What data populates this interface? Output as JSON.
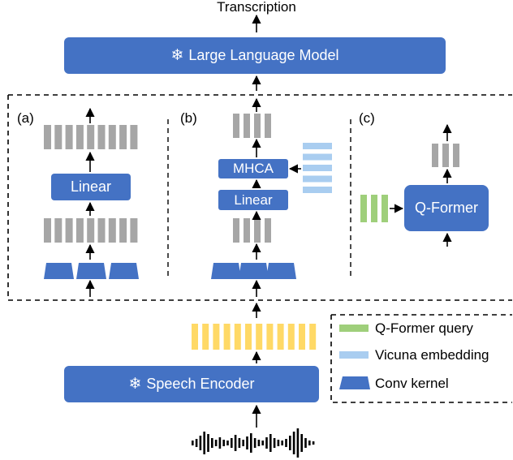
{
  "output_label": "Transcription",
  "llm": {
    "label": "Large Language Model",
    "icon": "snowflake-icon",
    "frozen": true
  },
  "encoder": {
    "label": "Speech Encoder",
    "icon": "snowflake-icon",
    "frozen": true
  },
  "panels": {
    "a": {
      "tag": "(a)",
      "module": "Linear"
    },
    "b": {
      "tag": "(b)",
      "attention": "MHCA",
      "module": "Linear"
    },
    "c": {
      "tag": "(c)",
      "module": "Q-Former"
    }
  },
  "legend": [
    {
      "label": "Q-Former query",
      "color": "#9fcf7b"
    },
    {
      "label": "Vicuna embedding",
      "color": "#a9cdf0"
    },
    {
      "label": "Conv kernel",
      "color": "#4472c4"
    }
  ],
  "colors": {
    "block": "#4472c4",
    "token": "#a6a6a6",
    "speech": "#ffd966"
  }
}
